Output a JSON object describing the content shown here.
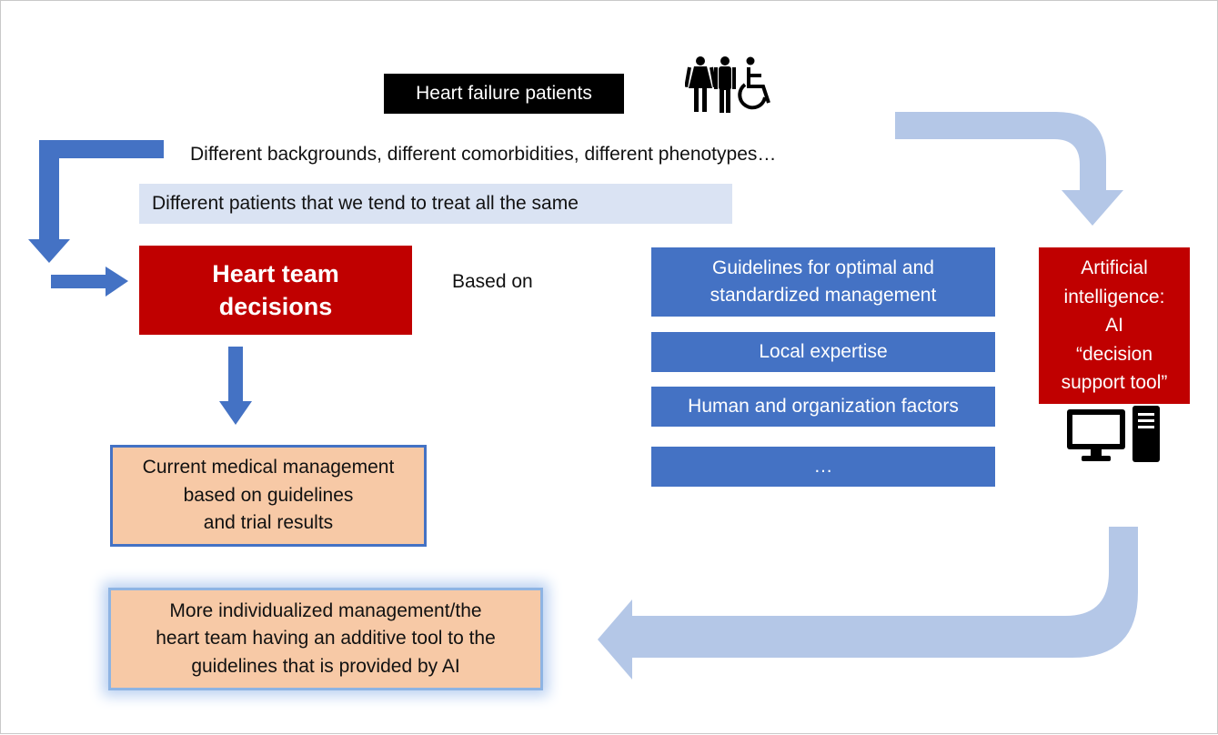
{
  "header": {
    "patients_label": "Heart failure patients"
  },
  "icons": {
    "people": "people-icon",
    "wheelchair": "wheelchair-icon",
    "computer": "computer-icon"
  },
  "flow": {
    "differences": "Different backgrounds, different comorbidities, different phenotypes…",
    "same_treatment": "Different patients that we tend to treat all the same",
    "heart_team": "Heart team\ndecisions",
    "based_on": "Based on",
    "current_management": "Current medical management\nbased on guidelines\nand trial results",
    "individualized_management": "More individualized management/the\nheart team having an additive tool to the\nguidelines that is provided by AI"
  },
  "factors": [
    "Guidelines for optimal and\nstandardized management",
    "Local expertise",
    "Human and organization factors",
    "…"
  ],
  "ai": {
    "label": "Artificial\nintelligence:\nAI\n“decision\nsupport tool”"
  },
  "colors": {
    "dark_red": "#c00000",
    "blue": "#4472c4",
    "light_blue": "#dae3f3",
    "peach": "#f7c9a6",
    "arrow_light": "#b4c7e7",
    "black": "#000000"
  }
}
